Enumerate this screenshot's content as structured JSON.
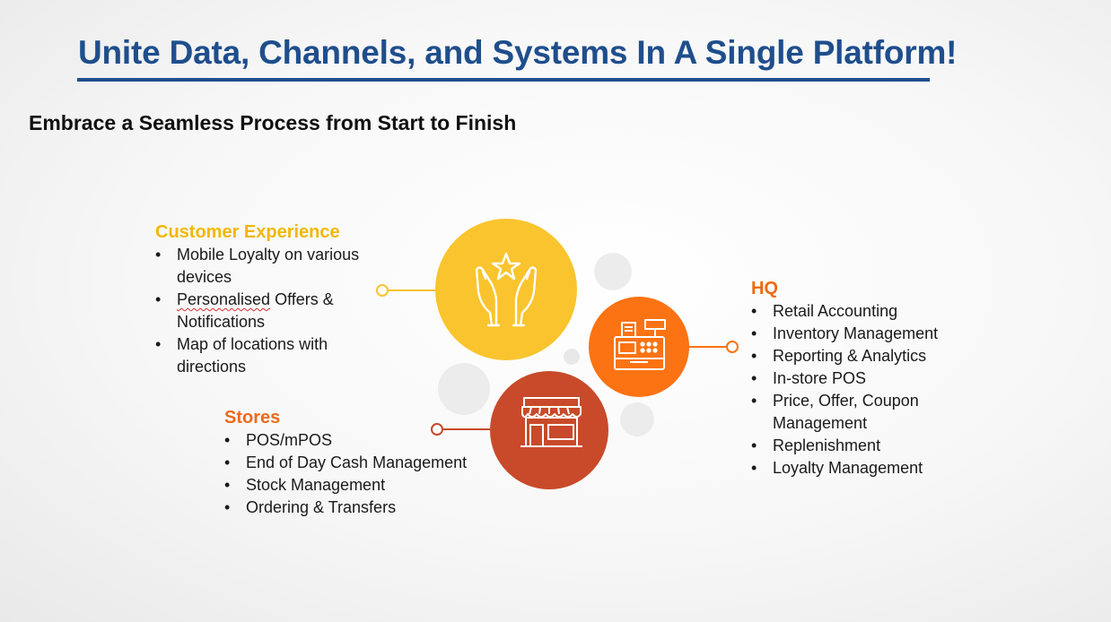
{
  "title": "Unite Data, Channels, and Systems In A Single Platform!",
  "subtitle": "Embrace a Seamless Process from Start to Finish",
  "colors": {
    "title": "#1f4e8c",
    "customer_experience": "#f2b705",
    "hq": "#f06a10",
    "stores": "#ea6b1e",
    "circle_yellow": "#f9c42e",
    "circle_orange": "#fb7313",
    "circle_red": "#c84a2a"
  },
  "customer_experience": {
    "heading": "Customer Experience",
    "icon": "hands-star-icon",
    "items": [
      {
        "a": "Mobile Loyalty on various",
        "b": "devices"
      },
      {
        "a": "Personalised",
        "a2": " Offers &",
        "b": "Notifications"
      },
      {
        "a": "Map of locations with",
        "b": "directions"
      }
    ]
  },
  "hq": {
    "heading": "HQ",
    "icon": "cash-register-icon",
    "items": [
      "Retail Accounting",
      "Inventory Management",
      "Reporting & Analytics",
      "In-store POS",
      {
        "a": "Price, Offer, Coupon",
        "b": "Management"
      },
      "Replenishment",
      "Loyalty Management"
    ]
  },
  "stores": {
    "heading": "Stores",
    "icon": "storefront-icon",
    "items": [
      "POS/mPOS",
      "End of Day Cash Management",
      "Stock Management",
      "Ordering & Transfers"
    ]
  }
}
